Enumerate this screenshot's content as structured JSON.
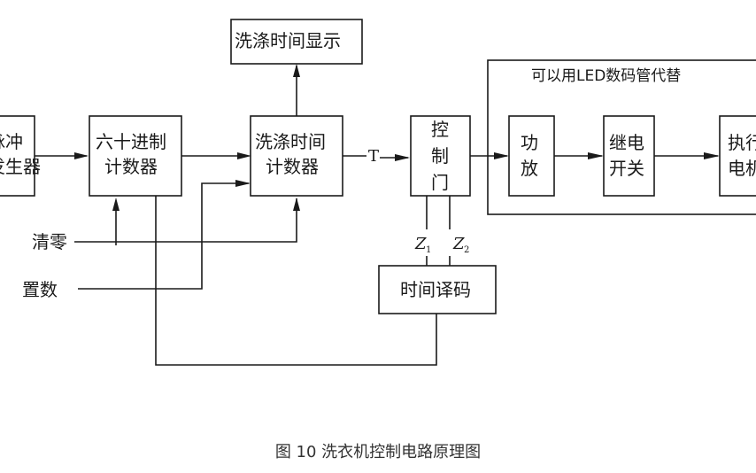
{
  "diagram": {
    "blocks": {
      "pulse_generator": [
        "脉冲",
        "发生器"
      ],
      "base60_counter": [
        "六十进制",
        "计数器"
      ],
      "wash_time_counter": [
        "洗涤时间",
        "计数器"
      ],
      "wash_time_display": "洗涤时间显示",
      "control_gate": [
        "控",
        "制",
        "门"
      ],
      "power_amp": [
        "功",
        "放"
      ],
      "relay_switch": [
        "继电",
        "开关"
      ],
      "actuator_motor": [
        "执行",
        "电机"
      ],
      "time_decoder": "时间译码"
    },
    "group_label": "可以用LED数码管代替",
    "inputs": {
      "clear": "清零",
      "preset": "置数"
    },
    "signals": {
      "t": "T",
      "z1": "Z",
      "z1_sub": "1",
      "z2": "Z",
      "z2_sub": "2"
    }
  },
  "caption": "图 10 洗衣机控制电路原理图"
}
